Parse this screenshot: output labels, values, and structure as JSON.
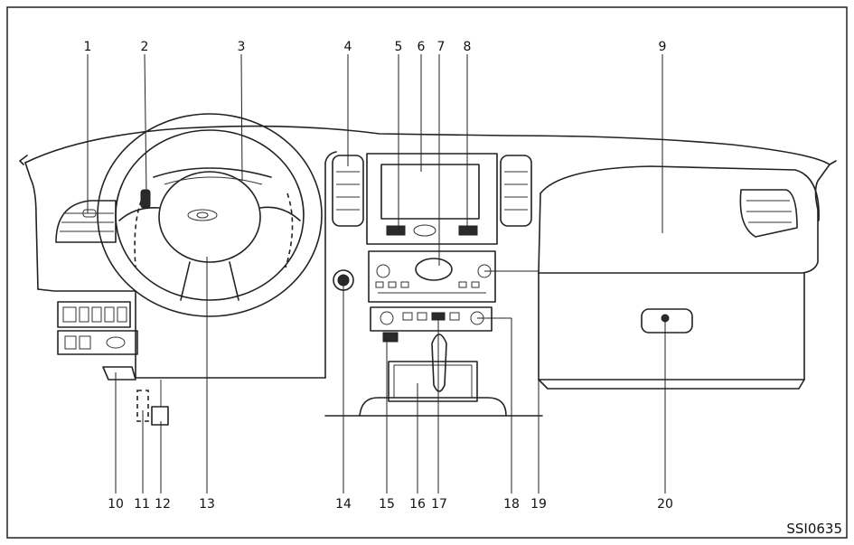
{
  "figure": {
    "code": "SSI0635"
  },
  "callouts": [
    {
      "number": "1"
    },
    {
      "number": "2"
    },
    {
      "number": "3"
    },
    {
      "number": "4"
    },
    {
      "number": "5"
    },
    {
      "number": "6"
    },
    {
      "number": "7"
    },
    {
      "number": "8"
    },
    {
      "number": "9"
    },
    {
      "number": "10"
    },
    {
      "number": "11"
    },
    {
      "number": "12"
    },
    {
      "number": "13"
    },
    {
      "number": "14"
    },
    {
      "number": "15"
    },
    {
      "number": "16"
    },
    {
      "number": "17"
    },
    {
      "number": "18"
    },
    {
      "number": "19"
    },
    {
      "number": "20"
    }
  ]
}
